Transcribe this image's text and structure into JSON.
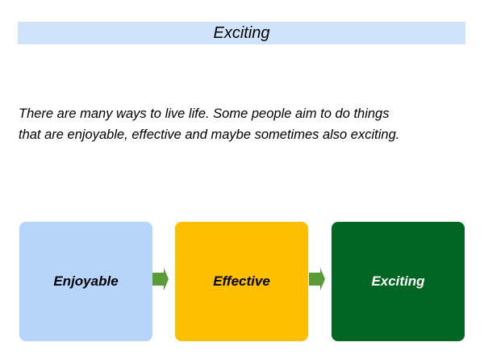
{
  "slide": {
    "title": "Exciting",
    "body_line1": "There are many ways to live life. Some people aim to do things",
    "body_line2": "that are enjoyable, effective and maybe sometimes also exciting."
  },
  "flow": {
    "steps": [
      {
        "label": "Enjoyable",
        "color": "#b7d5fb"
      },
      {
        "label": "Effective",
        "color": "#fdbf00"
      },
      {
        "label": "Exciting",
        "color": "#006621"
      }
    ],
    "connector_icon": "right-arrow-icon",
    "connector_color": "#5b9b35"
  }
}
